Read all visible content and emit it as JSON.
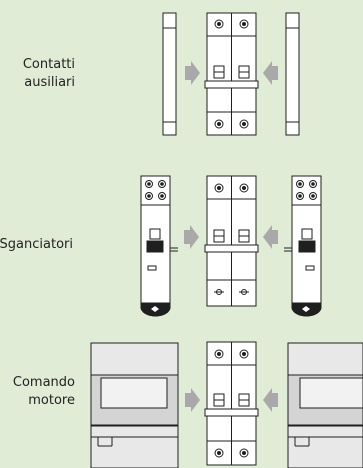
{
  "background": "#e1ecd6",
  "colors": {
    "stroke": "#1f1f1f",
    "panel": "#ffffff",
    "shade": "#d7d7d7",
    "arrow": "#a9a9a9"
  },
  "rows": [
    {
      "line1": "Contatti",
      "line2": "ausiliari"
    },
    {
      "line1": "Sganciatori",
      "line2": ""
    },
    {
      "line1": "Comando",
      "line2": "motore"
    }
  ]
}
